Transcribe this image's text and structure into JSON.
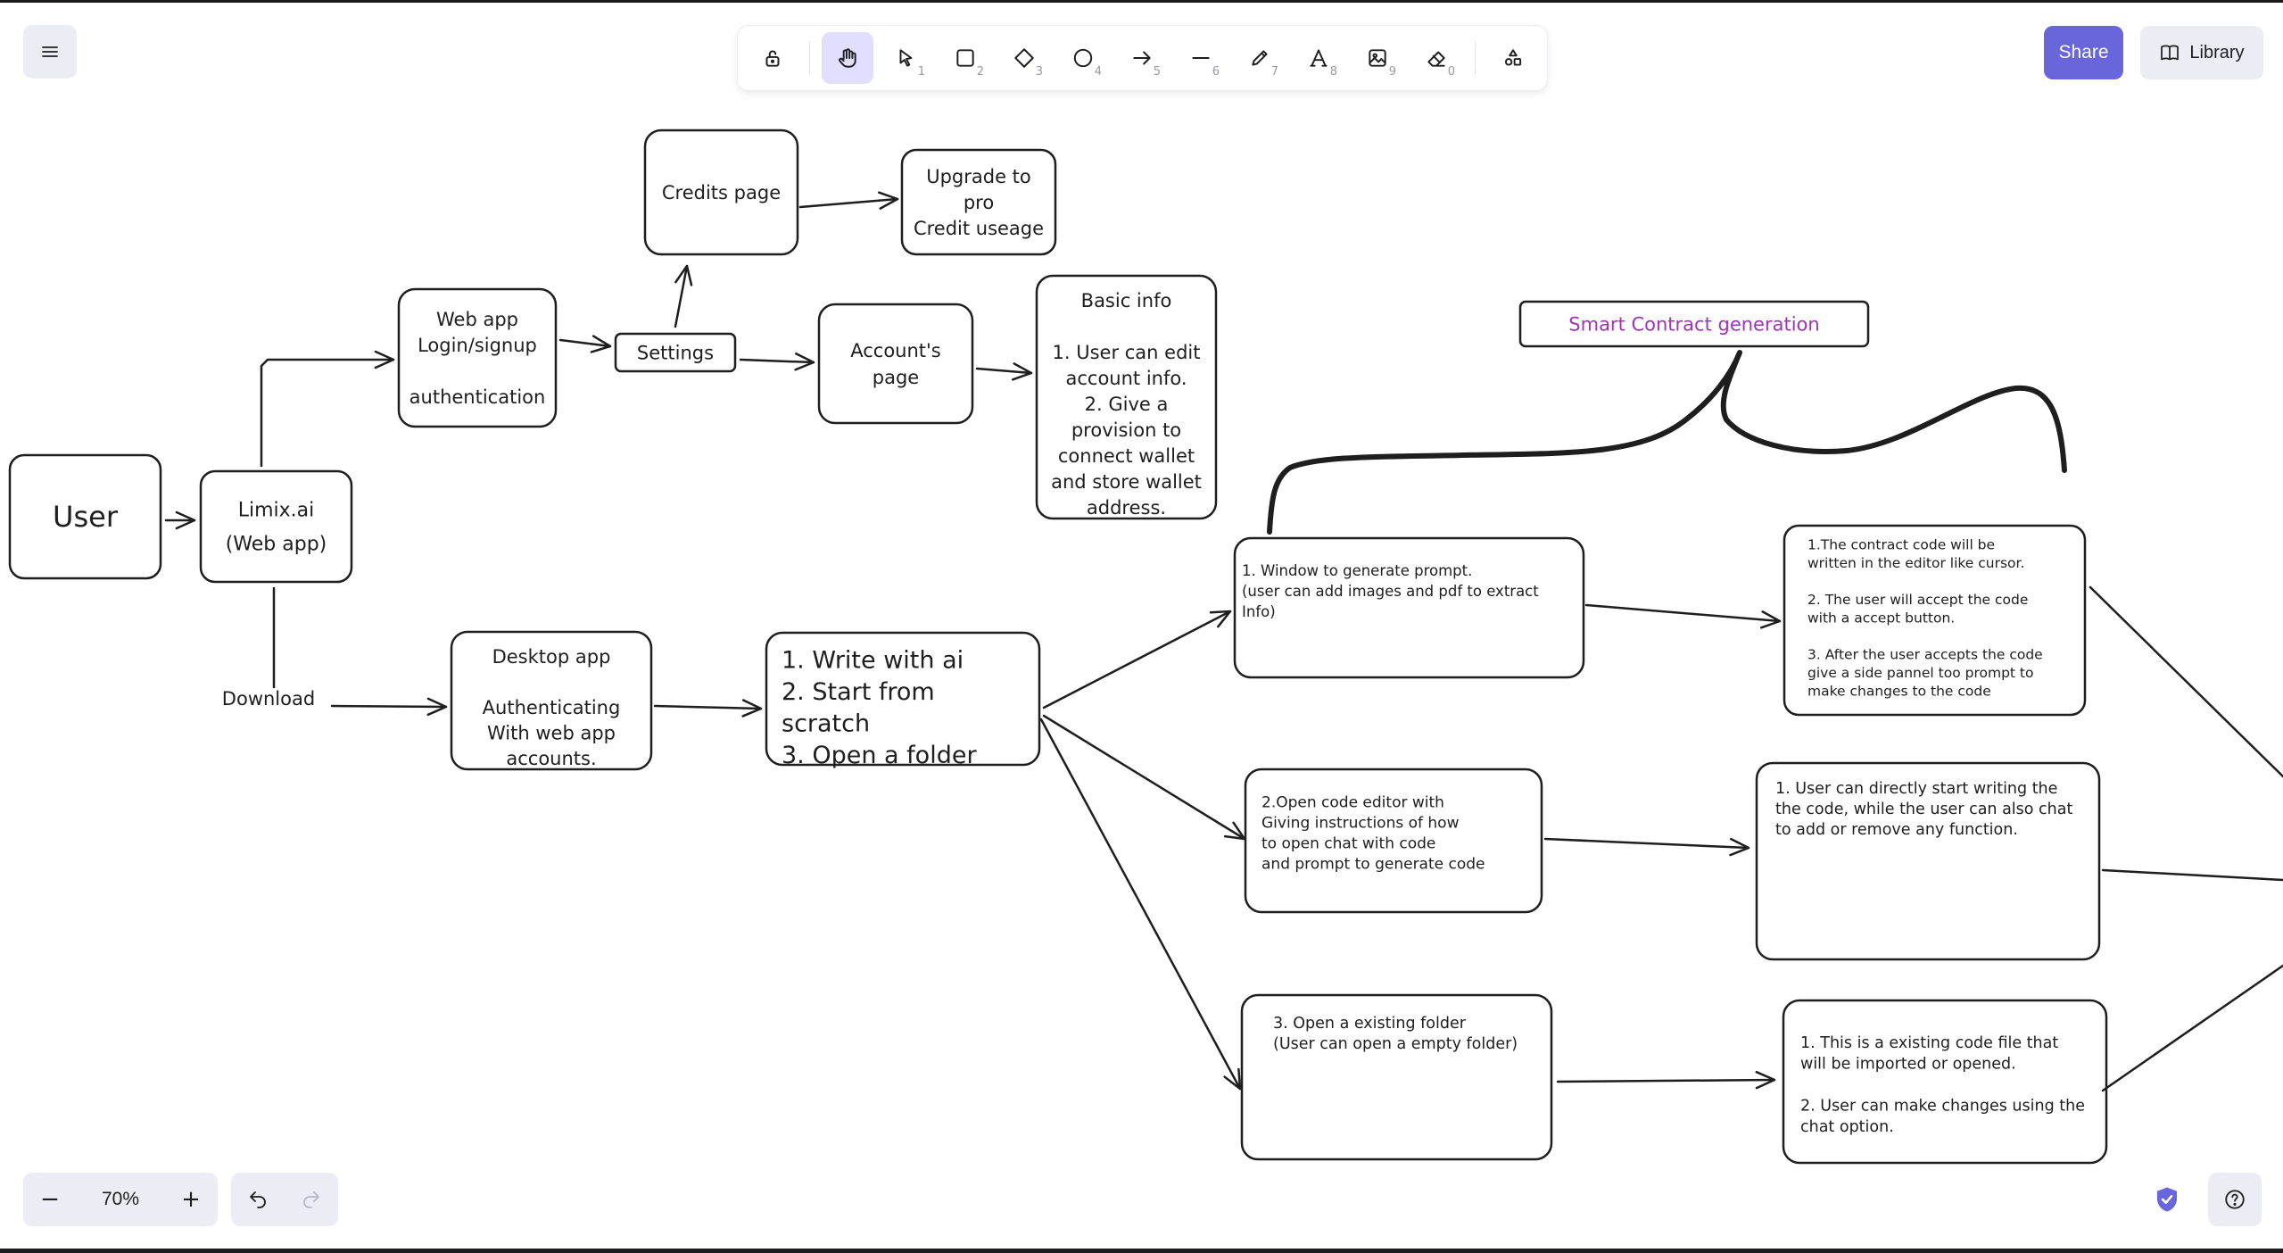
{
  "app": {
    "share_label": "Share",
    "library_label": "Library"
  },
  "toolbar": {
    "tools": [
      {
        "name": "lock",
        "key": ""
      },
      {
        "name": "hand",
        "key": ""
      },
      {
        "name": "selection",
        "key": "1"
      },
      {
        "name": "rectangle",
        "key": "2"
      },
      {
        "name": "diamond",
        "key": "3"
      },
      {
        "name": "ellipse",
        "key": "4"
      },
      {
        "name": "arrow",
        "key": "5"
      },
      {
        "name": "line",
        "key": "6"
      },
      {
        "name": "draw",
        "key": "7"
      },
      {
        "name": "text",
        "key": "8"
      },
      {
        "name": "image",
        "key": "9"
      },
      {
        "name": "eraser",
        "key": "0"
      },
      {
        "name": "extra-tools",
        "key": ""
      }
    ],
    "active_tool": "hand"
  },
  "footer": {
    "zoom": "70%",
    "zoom_out": "−",
    "zoom_in": "+"
  },
  "nodes": {
    "user": {
      "lines": [
        "User"
      ]
    },
    "limix": {
      "lines": [
        "Limix.ai",
        "(Web app)"
      ]
    },
    "webapp": {
      "lines": [
        "Web app",
        "Login/signup",
        "",
        "authentication"
      ]
    },
    "settings": {
      "lines": [
        "Settings"
      ]
    },
    "credits": {
      "lines": [
        "Credits page"
      ]
    },
    "upgrade": {
      "lines": [
        "Upgrade to",
        "pro",
        "Credit useage"
      ]
    },
    "account": {
      "lines": [
        "Account's",
        "page"
      ]
    },
    "basicinfo": {
      "lines": [
        "Basic info",
        "",
        "1. User can edit",
        "account info.",
        "2. Give a",
        "provision to",
        "connect wallet",
        "and store wallet",
        "address."
      ]
    },
    "download": {
      "lines": [
        "Download"
      ]
    },
    "desktop": {
      "lines": [
        "Desktop app",
        "",
        "Authenticating",
        "With web app",
        "accounts."
      ]
    },
    "options": {
      "lines": [
        "1. Write with ai",
        "2. Start from",
        "scratch",
        "3. Open a folder"
      ]
    },
    "smart": {
      "lines": [
        "Smart Contract generation"
      ]
    },
    "prompt": {
      "lines": [
        "1. Window to generate prompt.",
        "(user can add images and pdf to extract",
        "Info)"
      ]
    },
    "contract": {
      "lines": [
        "1.The contract code will be",
        "written in the editor like cursor.",
        "",
        "2. The user will accept the code",
        "with a accept button.",
        "",
        "3. After the user accepts the code",
        "give a side pannel too prompt to",
        "make changes to the code"
      ]
    },
    "editor": {
      "lines": [
        "2.Open code editor with",
        "Giving instructions of how",
        "to open chat with code",
        "and prompt to generate code"
      ]
    },
    "direct": {
      "lines": [
        "1. User can directly start writing the",
        "the code, while the user can also chat",
        "to add or remove any function."
      ]
    },
    "folder": {
      "lines": [
        "3. Open a existing folder",
        "(User can open a empty folder)"
      ]
    },
    "existing": {
      "lines": [
        "1. This is a existing code file that",
        "will be imported or opened.",
        "",
        "2. User can make changes using the",
        "chat option."
      ]
    }
  },
  "colors": {
    "accent": "#6965db",
    "active_tool_bg": "#e0dfff",
    "purple_text": "#9c36b5",
    "stroke": "#1e1e1e"
  }
}
